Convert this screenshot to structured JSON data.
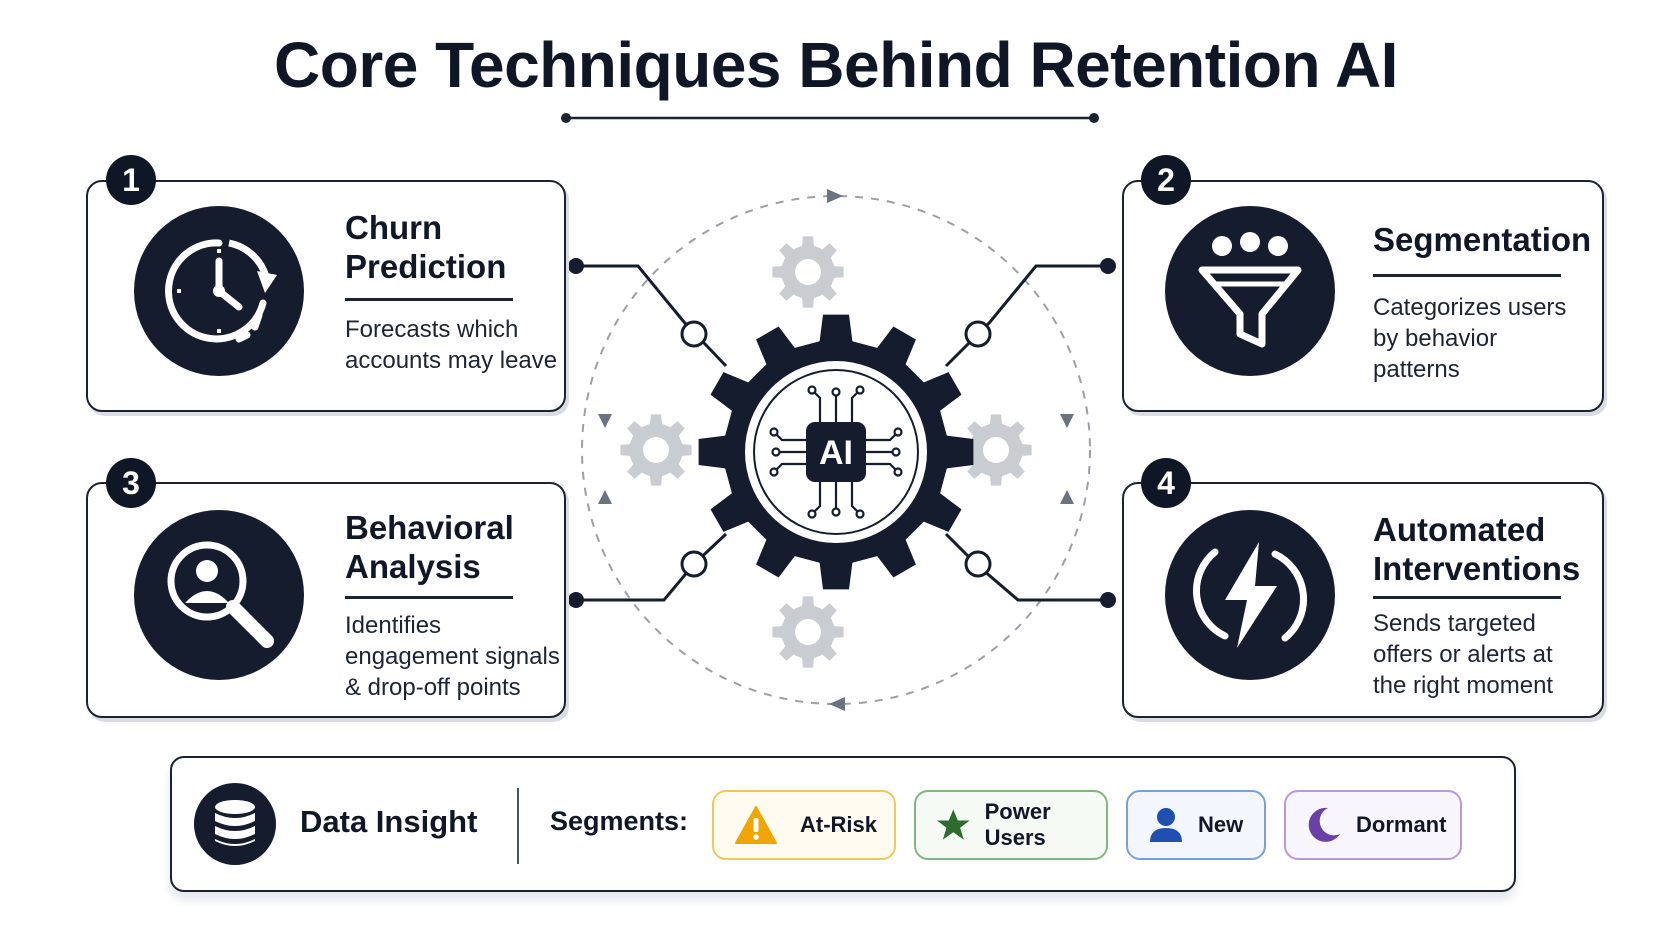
{
  "title": "Core Techniques Behind Retention AI",
  "hub": {
    "label": "AI"
  },
  "cards": [
    {
      "number": "1",
      "title_line1": "Churn",
      "title_line2": "Prediction",
      "desc_lines": [
        "Forecasts which",
        "accounts may leave"
      ],
      "icon": "clock-refresh-icon"
    },
    {
      "number": "2",
      "title_line1": "Segmentation",
      "title_line2": "",
      "desc_lines": [
        "Categorizes users",
        "by behavior",
        "patterns"
      ],
      "icon": "funnel-users-icon"
    },
    {
      "number": "3",
      "title_line1": "Behavioral",
      "title_line2": "Analysis",
      "desc_lines": [
        "Identifies",
        "engagement signals",
        "& drop-off points"
      ],
      "icon": "magnifier-user-icon"
    },
    {
      "number": "4",
      "title_line1": "Automated",
      "title_line2": "Interventions",
      "desc_lines": [
        "Sends targeted",
        "offers or alerts at",
        "the right moment"
      ],
      "icon": "lightning-icon"
    }
  ],
  "footer": {
    "label": "Data Insight",
    "segments_label": "Segments:",
    "segments": [
      {
        "label": "At-Risk",
        "icon": "warning-icon",
        "color": "#f0a500",
        "border": "#f3c65a",
        "bg": "#fffbf0"
      },
      {
        "label": "Power Users",
        "icon": "star-icon",
        "color": "#2e6b2e",
        "border": "#7fb77f",
        "bg": "#f5faf5"
      },
      {
        "label": "New",
        "icon": "user-icon",
        "color": "#1f4fb0",
        "border": "#7aa0dc",
        "bg": "#f3f7fd"
      },
      {
        "label": "Dormant",
        "icon": "moon-icon",
        "color": "#6a3fa6",
        "border": "#b79ad8",
        "bg": "#f9f5fd"
      }
    ]
  },
  "colors": {
    "navy": "#141c2e",
    "gear_light": "#c9ccd1",
    "dash": "#9aa0a8"
  }
}
